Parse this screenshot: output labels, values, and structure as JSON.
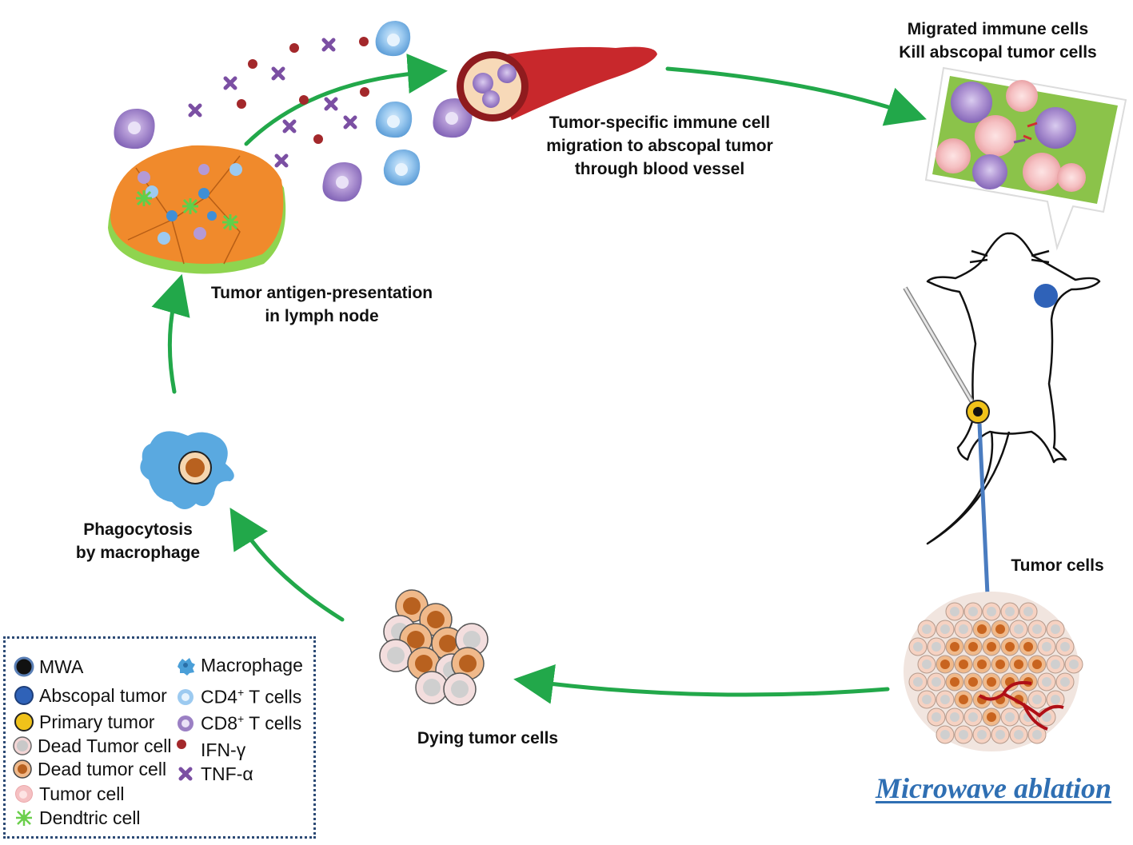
{
  "labels": {
    "migrated_line1": "Migrated immune cells",
    "migrated_line2": "Kill abscopal tumor cells",
    "migration_line1": "Tumor-specific immune cell",
    "migration_line2": "migration to abscopal tumor",
    "migration_line3": "through blood vessel",
    "lymph_line1": "Tumor antigen-presentation",
    "lymph_line2": "in lymph node",
    "phago_line1": "Phagocytosis",
    "phago_line2": "by macrophage",
    "dying": "Dying tumor cells",
    "tumor_cells": "Tumor cells",
    "ablation": "Microwave ablation"
  },
  "legend": {
    "left": [
      {
        "label": "MWA",
        "icon": "mwa-icon"
      },
      {
        "label": "Abscopal tumor",
        "icon": "abscopal-tumor-icon"
      },
      {
        "label": "Primary tumor",
        "icon": "primary-tumor-icon"
      },
      {
        "label": "Dead Tumor cell",
        "icon": "dead-tumor-cell-grey-icon"
      },
      {
        "label": "Dead tumor cell",
        "icon": "dead-tumor-cell-orange-icon"
      },
      {
        "label": "Tumor cell",
        "icon": "tumor-cell-icon"
      },
      {
        "label": "Dendtric cell",
        "icon": "dendritic-cell-icon"
      }
    ],
    "right": [
      {
        "label": "Macrophage",
        "icon": "macrophage-icon"
      },
      {
        "label": "CD4",
        "sup": "+",
        "suffix": " T cells",
        "icon": "cd4-t-cell-icon"
      },
      {
        "label": "CD8",
        "sup": "+",
        "suffix": " T cells",
        "icon": "cd8-t-cell-icon"
      },
      {
        "label": "IFN-γ",
        "icon": "ifn-gamma-icon"
      },
      {
        "label": "TNF-α",
        "icon": "tnf-alpha-icon"
      }
    ]
  },
  "colors": {
    "arrow": "#22a84a",
    "lymph_node": "#f08a2c",
    "lymph_rim": "#8fd44f",
    "cd8": "#9b80c4",
    "cd4": "#7fb4e4",
    "vessel": "#c8282c",
    "tumor_pink": "#f3b6b8",
    "dead_orange": "#e2894a",
    "abscopal": "#2f62b8",
    "primary": "#f0c21a",
    "ifn": "#a3282b",
    "tnf": "#7b4fa3",
    "ablation_text": "#2f6fb3"
  }
}
